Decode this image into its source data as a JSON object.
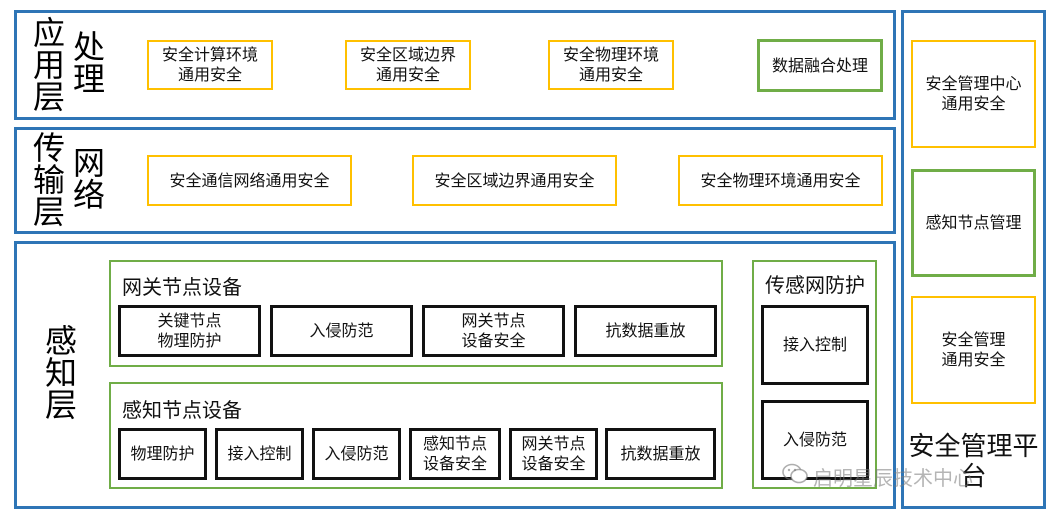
{
  "app_layer": {
    "title_left": "应用层",
    "title_right": "处理",
    "boxes": [
      {
        "label": "安全计算环境\n通用安全"
      },
      {
        "label": "安全区域边界\n通用安全"
      },
      {
        "label": "安全物理环境\n通用安全"
      },
      {
        "label": "数据融合处理"
      }
    ]
  },
  "transport_layer": {
    "title_left": "传输层",
    "title_right": "网络",
    "boxes": [
      {
        "label": "安全通信网络通用安全"
      },
      {
        "label": "安全区域边界通用安全"
      },
      {
        "label": "安全物理环境通用安全"
      }
    ]
  },
  "perception_layer": {
    "title": "感知层",
    "gateway_group": {
      "title": "网关节点设备",
      "items": [
        {
          "label": "关键节点\n物理防护"
        },
        {
          "label": "入侵防范"
        },
        {
          "label": "网关节点\n设备安全"
        },
        {
          "label": "抗数据重放"
        }
      ]
    },
    "sensor_group": {
      "title": "感知节点设备",
      "items": [
        {
          "label": "物理防护"
        },
        {
          "label": "接入控制"
        },
        {
          "label": "入侵防范"
        },
        {
          "label": "感知节点\n设备安全"
        },
        {
          "label": "网关节点\n设备安全"
        },
        {
          "label": "抗数据重放"
        }
      ]
    },
    "sensor_network": {
      "title": "传感网防护",
      "items": [
        {
          "label": "接入控制"
        },
        {
          "label": "入侵防范"
        }
      ]
    }
  },
  "management_platform": {
    "title": "安全管理平台",
    "boxes": [
      {
        "label": "安全管理中心\n通用安全"
      },
      {
        "label": "感知节点管理"
      },
      {
        "label": "安全管理\n通用安全"
      }
    ]
  },
  "watermark": {
    "text": "启明星辰技术中心",
    "icon": "wechat-icon"
  },
  "colors": {
    "layer_border": "#2e75b6",
    "yellow_border": "#ffc000",
    "green_border": "#70ad47",
    "black_border": "#111111"
  }
}
